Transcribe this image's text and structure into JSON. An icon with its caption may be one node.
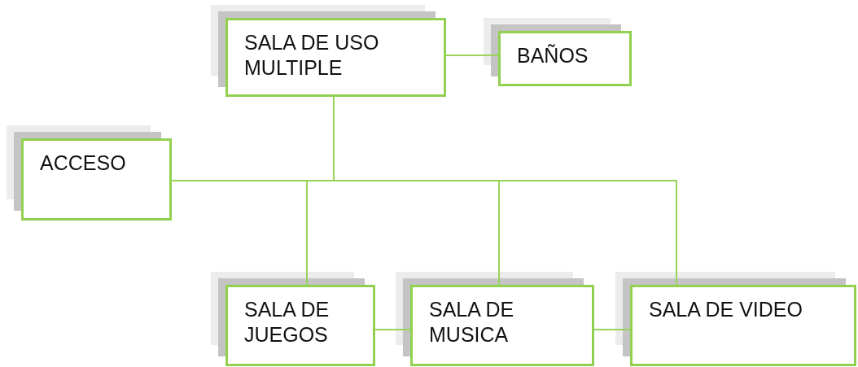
{
  "diagram": {
    "nodes": [
      {
        "text": [
          "SALA DE USO MULTIPLE"
        ]
      },
      {
        "text": [
          "BAÑOS"
        ]
      },
      {
        "text": [
          "ACCESO"
        ]
      },
      {
        "text": [
          "SALA DE JUEGOS"
        ]
      },
      {
        "text": [
          "SALA DE MUSICA"
        ]
      },
      {
        "text": [
          "SALA DE VIDEO"
        ]
      }
    ],
    "edges": [
      {
        "from": 0,
        "to": 1,
        "arrow": "none"
      },
      {
        "from": 0,
        "to": 2,
        "arrow": "none"
      },
      {
        "from": 0,
        "to": 3,
        "arrow": "none"
      },
      {
        "from": 0,
        "to": 4,
        "arrow": "none"
      },
      {
        "from": 0,
        "to": 5,
        "arrow": "none"
      },
      {
        "from": 3,
        "to": 4,
        "arrow": "none"
      },
      {
        "from": 4,
        "to": 5,
        "arrow": "none"
      }
    ]
  }
}
